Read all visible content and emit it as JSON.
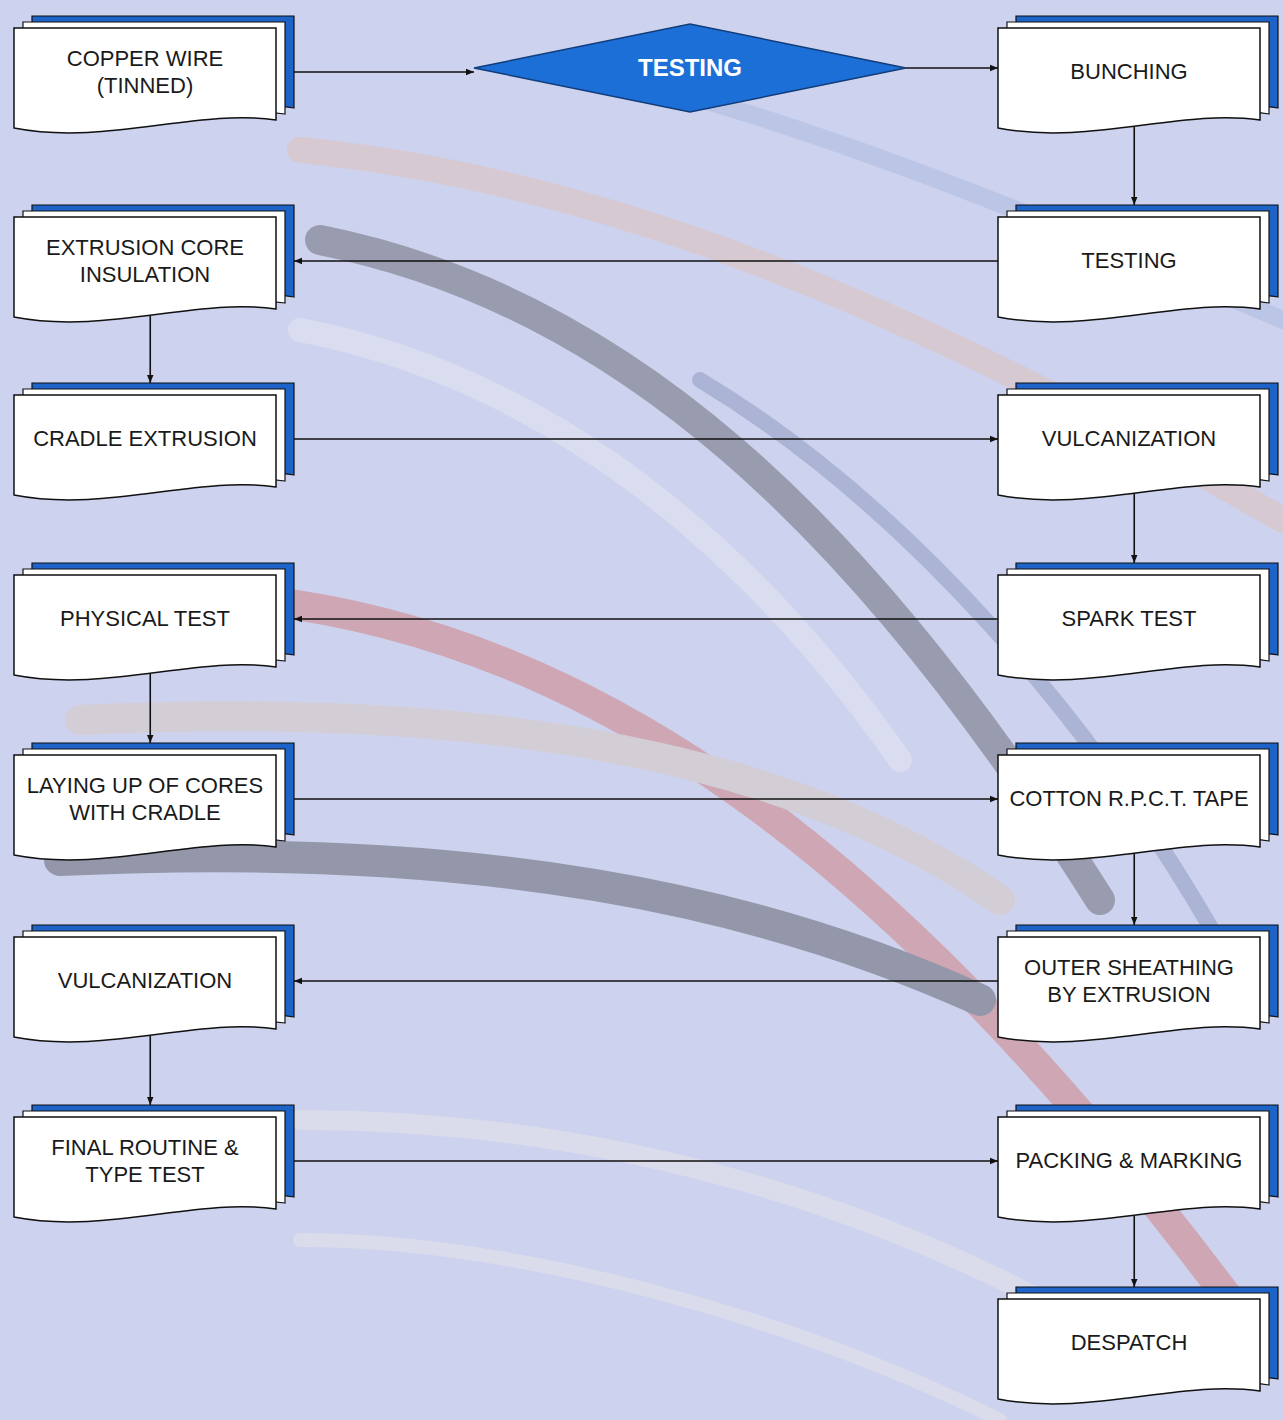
{
  "diagram": {
    "nodes": [
      {
        "text": [
          "COPPER WIRE (TINNED)"
        ]
      },
      {
        "text": [
          "TESTING"
        ]
      },
      {
        "text": [
          "BUNCHING"
        ]
      },
      {
        "text": [
          "EXTRUSION CORE INSULATION"
        ]
      },
      {
        "text": [
          "TESTING"
        ]
      },
      {
        "text": [
          "CRADLE EXTRUSION"
        ]
      },
      {
        "text": [
          "VULCANIZATION"
        ]
      },
      {
        "text": [
          "PHYSICAL TEST"
        ]
      },
      {
        "text": [
          "SPARK TEST"
        ]
      },
      {
        "text": [
          "LAYING UP OF CORES WITH CRADLE"
        ]
      },
      {
        "text": [
          "COTTON R.P.C.T. TAPE"
        ]
      },
      {
        "text": [
          "VULCANIZATION"
        ]
      },
      {
        "text": [
          "OUTER SHEATHING BY EXTRUSION"
        ]
      },
      {
        "text": [
          "FINAL ROUTINE & TYPE TEST"
        ]
      },
      {
        "text": [
          "PACKING & MARKING"
        ]
      },
      {
        "text": [
          "DESPATCH"
        ]
      }
    ],
    "edges": [
      {
        "from": 0,
        "to": 1,
        "arrow": "to"
      },
      {
        "from": 1,
        "to": 2,
        "arrow": "to"
      },
      {
        "from": 2,
        "to": 4,
        "arrow": "to"
      },
      {
        "from": 4,
        "to": 3,
        "arrow": "to"
      },
      {
        "from": 3,
        "to": 5,
        "arrow": "to"
      },
      {
        "from": 5,
        "to": 6,
        "arrow": "to"
      },
      {
        "from": 6,
        "to": 8,
        "arrow": "to"
      },
      {
        "from": 8,
        "to": 7,
        "arrow": "to"
      },
      {
        "from": 7,
        "to": 9,
        "arrow": "to"
      },
      {
        "from": 9,
        "to": 10,
        "arrow": "to"
      },
      {
        "from": 10,
        "to": 12,
        "arrow": "to"
      },
      {
        "from": 12,
        "to": 11,
        "arrow": "to"
      },
      {
        "from": 11,
        "to": 13,
        "arrow": "to"
      },
      {
        "from": 13,
        "to": 14,
        "arrow": "to"
      },
      {
        "from": 14,
        "to": 15,
        "arrow": "to"
      }
    ]
  }
}
